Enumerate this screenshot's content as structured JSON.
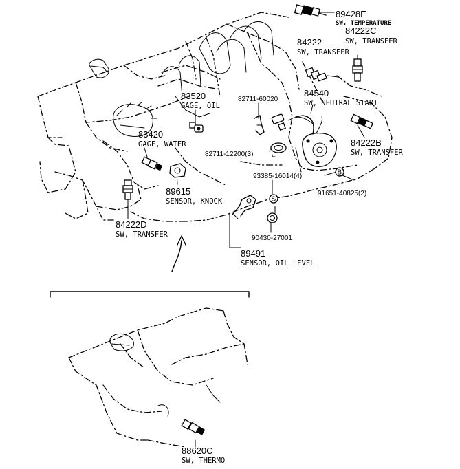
{
  "parts": {
    "p89428E": {
      "number": "89428E",
      "name": "SW, TEMPERATURE"
    },
    "p84222C": {
      "number": "84222C",
      "name": "SW, TRANSFER"
    },
    "p84222": {
      "number": "84222",
      "name": "SW, TRANSFER"
    },
    "p84540": {
      "number": "84540",
      "name": "SW, NEUTRAL START"
    },
    "p84222B": {
      "number": "84222B",
      "name": "SW, TRANSFER"
    },
    "p83520": {
      "number": "83520",
      "name": "GAGE, OIL"
    },
    "p83420": {
      "number": "83420",
      "name": "GAGE, WATER"
    },
    "p89615": {
      "number": "89615",
      "name": "SENSOR, KNOCK"
    },
    "p84222D": {
      "number": "84222D",
      "name": "SW, TRANSFER"
    },
    "p89491": {
      "number": "89491",
      "name": "SENSOR, OIL LEVEL"
    },
    "p88620C": {
      "number": "88620C",
      "name": "SW, THERMO"
    }
  },
  "fasteners": {
    "f82711_60020": "82711-60020",
    "f82711_12200": "82711-12200(3)",
    "f93385_16014": "93385-16014(4)",
    "f91651_40825": "91651-40825(2)",
    "f90430_27001": "90430-27001"
  },
  "markers": {
    "clip_b": "B",
    "clip_s": "S"
  }
}
